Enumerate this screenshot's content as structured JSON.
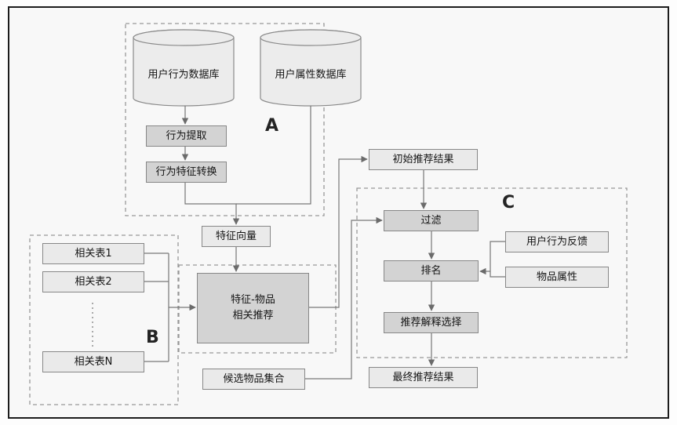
{
  "figure": {
    "groups": {
      "a_label": "A",
      "b_label": "B",
      "c_label": "C"
    },
    "databases": {
      "user_behavior_db": "用户行为数据库",
      "user_attribute_db": "用户属性数据库"
    },
    "process": {
      "behavior_extraction": "行为提取",
      "behavior_feature_transform": "行为特征转换",
      "feature_vector": "特征向量",
      "feature_item_recommend_line1": "特征-物品",
      "feature_item_recommend_line2": "相关推荐",
      "filter": "过滤",
      "ranking": "排名",
      "explanation_selection": "推荐解释选择"
    },
    "data_nodes": {
      "related_table_1": "相关表1",
      "related_table_2": "相关表2",
      "related_table_n": "相关表N",
      "candidate_item_set": "候选物品集合",
      "initial_result": "初始推荐结果",
      "user_behavior_feedback": "用户行为反馈",
      "item_attribute": "物品属性",
      "final_result": "最终推荐结果"
    },
    "colors": {
      "box_dark": "#d3d3d3",
      "box_light": "#eaeaea",
      "box_border": "#878787",
      "connector": "#777777",
      "dashed_border": "#999999",
      "frame_border": "#1c1c1c",
      "background": "#f8f8f8"
    }
  }
}
